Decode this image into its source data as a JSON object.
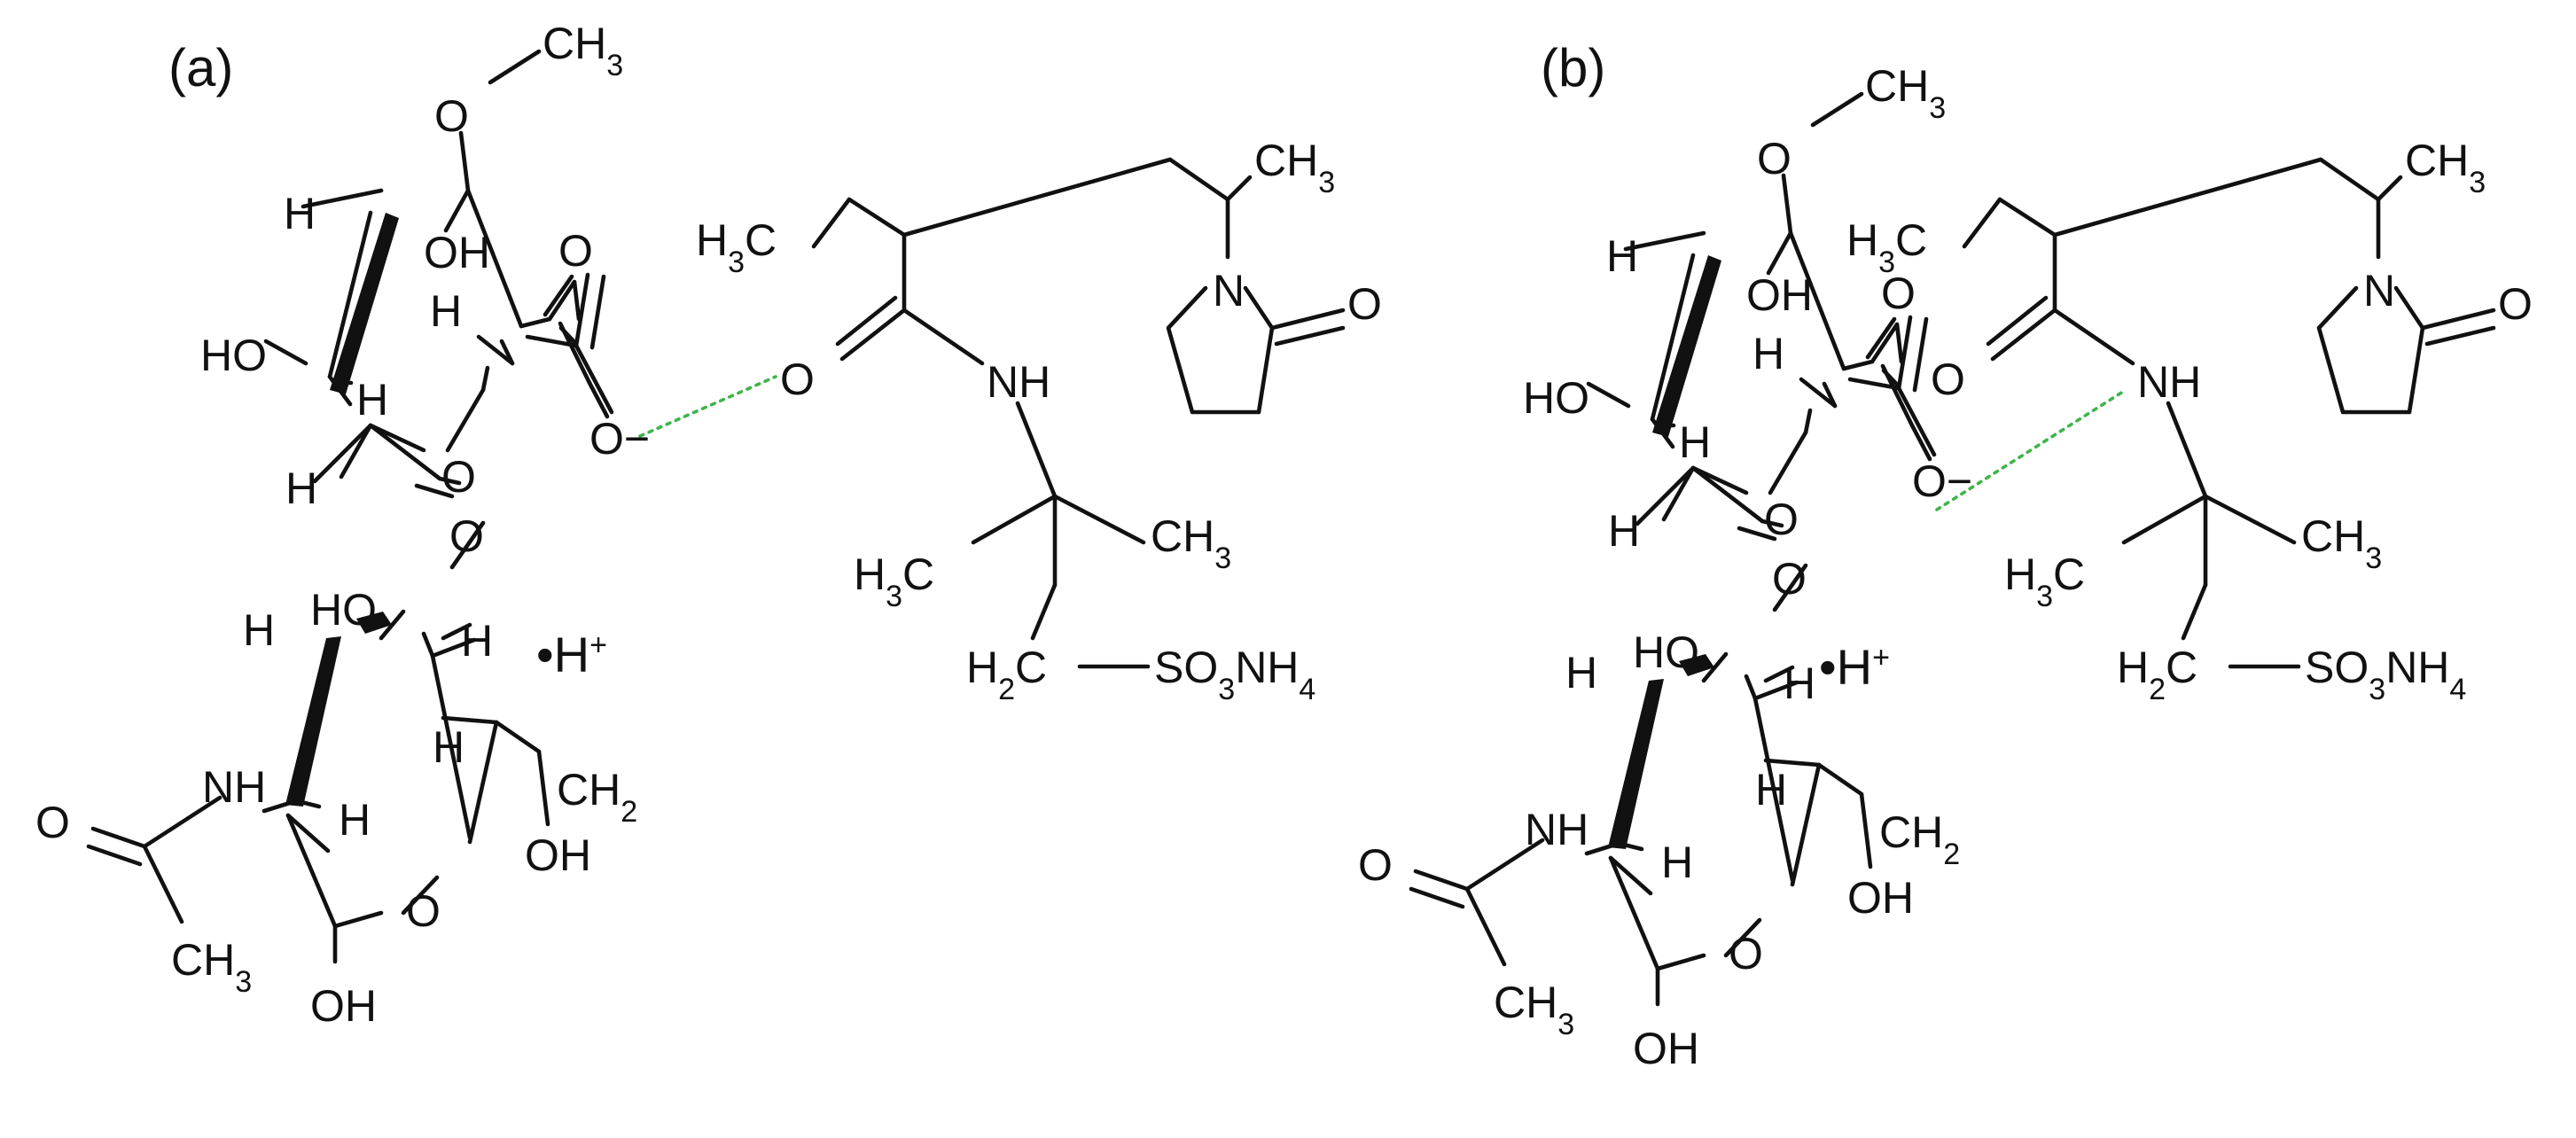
{
  "panels": [
    {
      "label": "(a)",
      "atoms": {
        "ch3_ome": "CH3",
        "o_ome": "O",
        "oh_ring": "OH",
        "h_top": "H",
        "o_carbonyl_acid": "O",
        "h_c2": "H",
        "ho_ring": "HO",
        "h_c3": "H",
        "o_ring1": "O",
        "o_minus": "O−",
        "h_anomeric": "H",
        "o_glycosidic": "O",
        "ho_lower": "HO",
        "h_left_lower": "H",
        "h_right_lower": "H",
        "h_cch2": "H",
        "ch2": "CH2",
        "oh_ch2": "OH",
        "nh_amide": "NH",
        "h_nh": "H",
        "o_acetyl": "O",
        "o_ring2": "O",
        "ch3_acetyl": "CH3",
        "oh_bottom": "OH",
        "h_plus": "•H+",
        "h3c_ethyl": "H3C",
        "ch3_pendant": "CH3",
        "n_pyrr": "N",
        "o_pyrr": "O",
        "o_amide": "O",
        "nh_amps": "NH",
        "h3c_amps": "H3C",
        "ch3_amps": "CH3",
        "h2c_amps": "H2C",
        "so3nh4": "SO3NH4"
      }
    },
    {
      "label": "(b)",
      "atoms": {
        "ch3_ome": "CH3",
        "o_ome": "O",
        "oh_ring": "OH",
        "h_top": "H",
        "o_carbonyl_acid": "O",
        "h_c2": "H",
        "ho_ring": "HO",
        "h_c3": "H",
        "o_ring1": "O",
        "o_minus": "O−",
        "h_anomeric": "H",
        "o_glycosidic": "O",
        "ho_lower": "HO",
        "h_left_lower": "H",
        "h_right_lower": "H",
        "h_cch2": "H",
        "ch2": "CH2",
        "oh_ch2": "OH",
        "nh_amide": "NH",
        "h_nh": "H",
        "o_acetyl": "O",
        "o_ring2": "O",
        "ch3_acetyl": "CH3",
        "oh_bottom": "OH",
        "h_plus": "•H+",
        "h3c_ethyl": "H3C",
        "ch3_pendant": "CH3",
        "n_pyrr": "N",
        "o_pyrr": "O",
        "o_amide": "O",
        "nh_amps": "NH",
        "h3c_amps": "H3C",
        "ch3_amps": "CH3",
        "h2c_amps": "H2C",
        "so3nh4": "SO3NH4"
      }
    }
  ],
  "colors": {
    "ink": "#111111",
    "hydrogen_bond": "#3fb44a",
    "background": "#ffffff"
  }
}
